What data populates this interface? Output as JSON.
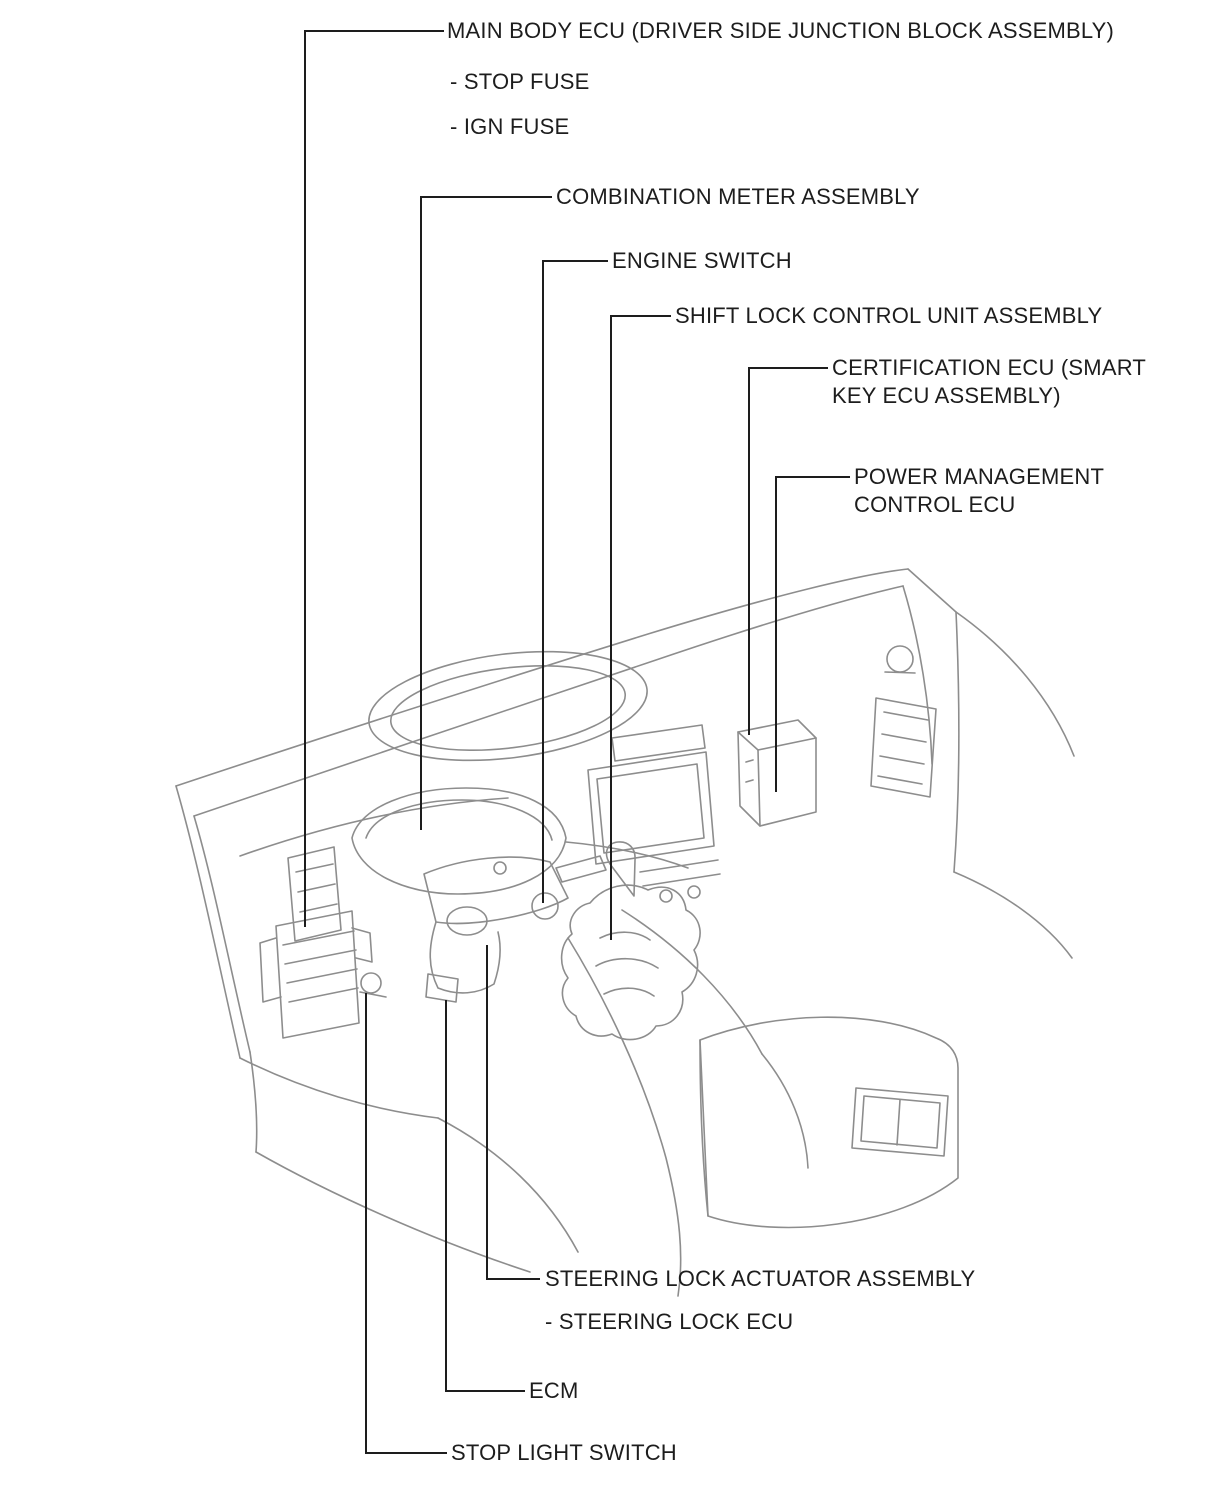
{
  "page": {
    "background": "#ffffff",
    "text_color": "#1d1d1d",
    "drawing_line_color": "#8d8d8d",
    "leader_line_color": "#1d1d1d"
  },
  "diagram": {
    "labels": {
      "main_body_ecu": "MAIN BODY ECU (DRIVER SIDE JUNCTION BLOCK ASSEMBLY)",
      "stop_fuse": "- STOP FUSE",
      "ign_fuse": "- IGN FUSE",
      "combination_meter": "COMBINATION METER ASSEMBLY",
      "engine_switch": "ENGINE SWITCH",
      "shift_lock": "SHIFT LOCK CONTROL UNIT ASSEMBLY",
      "certification_ecu": "CERTIFICATION ECU (SMART\nKEY ECU ASSEMBLY)",
      "power_management": "POWER MANAGEMENT\nCONTROL ECU",
      "steering_lock_actuator": "STEERING LOCK ACTUATOR ASSEMBLY",
      "steering_lock_ecu": "- STEERING LOCK ECU",
      "ecm": "ECM",
      "stop_light_switch": "STOP LIGHT SWITCH"
    }
  }
}
